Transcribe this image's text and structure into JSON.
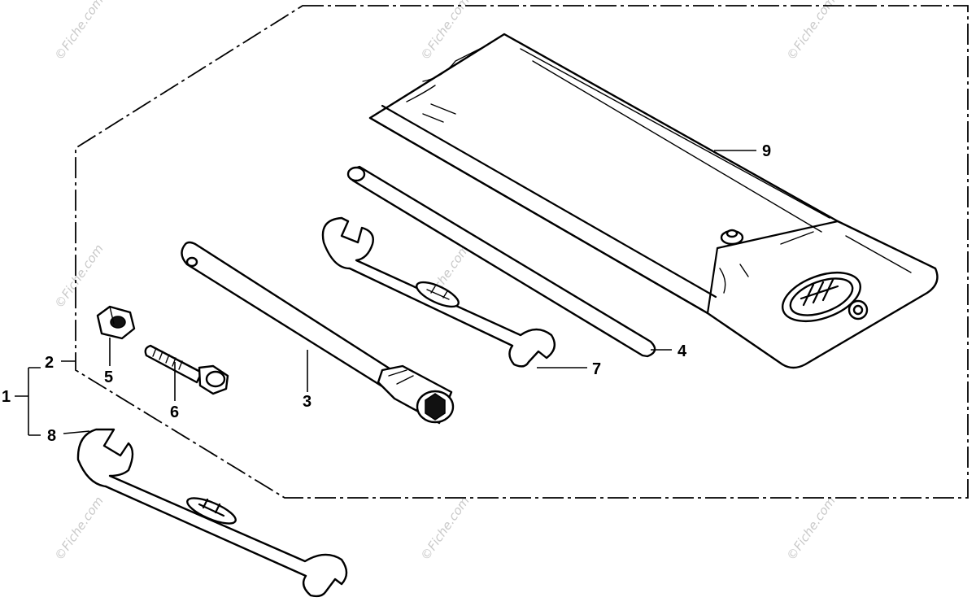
{
  "callouts": {
    "c1": "1",
    "c2": "2",
    "c3": "3",
    "c4": "4",
    "c5": "5",
    "c6": "6",
    "c7": "7",
    "c8": "8",
    "c9": "9"
  },
  "watermark": "©Fiche.com",
  "colors": {
    "line": "#000000",
    "background": "#ffffff",
    "watermark": "#c9c9c9"
  }
}
